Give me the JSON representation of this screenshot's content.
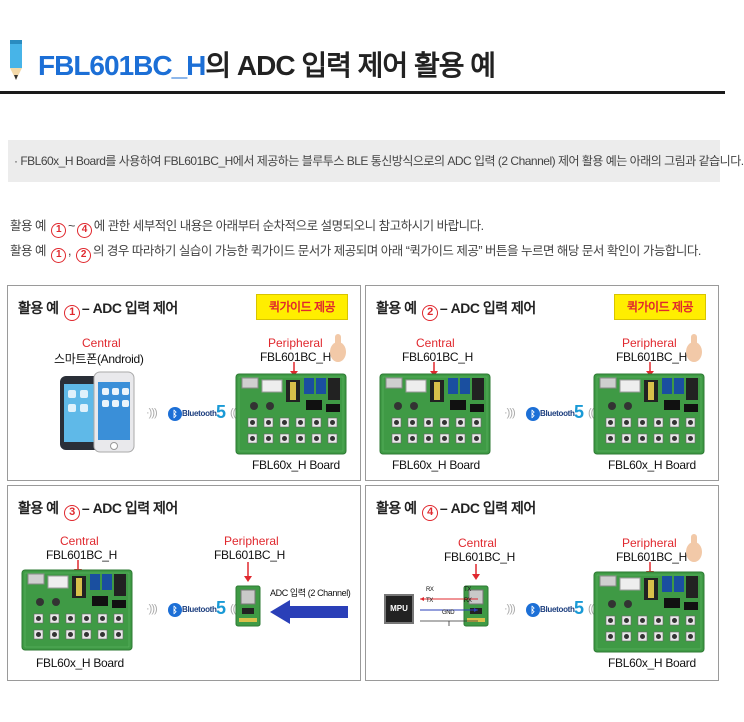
{
  "header": {
    "title_accent": "FBL601BC_H",
    "title_rest": "의 ADC 입력 제어 활용 예"
  },
  "notice": "· FBL60x_H Board를 사용하여 FBL601BC_H에서 제공하는 블루투스 BLE 통신방식으로의 ADC 입력 (2 Channel) 제어 활용 예는 아래의 그림과 같습니다.",
  "intro": {
    "l1_pre": "활용 예",
    "l1_a": "1",
    "l1_tilde": "~",
    "l1_b": "4",
    "l1_post": "에 관한 세부적인 내용은 아래부터 순차적으로 설명되오니 참고하시기 바랍니다.",
    "l2_pre": "활용 예",
    "l2_a": "1",
    "l2_comma": ",",
    "l2_b": "2",
    "l2_post": "의 경우 따라하기 실습이 가능한 퀵가이드 문서가 제공되며 아래 “퀵가이드 제공” 버튼을 누르면 해당 문서 확인이 가능합니다."
  },
  "panels": [
    {
      "pre": "활용 예",
      "num": "1",
      "post": "– ADC 입력 제어",
      "button": "퀵가이드 제공",
      "central_label": "Central",
      "central_device": "스마트폰(Android)",
      "peripheral_label": "Peripheral",
      "peripheral_device": "FBL601BC_H",
      "board_caption": "FBL60x_H Board"
    },
    {
      "pre": "활용 예",
      "num": "2",
      "post": "– ADC 입력 제어",
      "button": "퀵가이드 제공",
      "central_label": "Central",
      "central_device": "FBL601BC_H",
      "peripheral_label": "Peripheral",
      "peripheral_device": "FBL601BC_H",
      "left_caption": "FBL60x_H Board",
      "right_caption": "FBL60x_H Board"
    },
    {
      "pre": "활용 예",
      "num": "3",
      "post": "– ADC 입력 제어",
      "central_label": "Central",
      "central_device": "FBL601BC_H",
      "peripheral_label": "Peripheral",
      "peripheral_device": "FBL601BC_H",
      "adc_label": "ADC 입력 (2 Channel)",
      "left_caption": "FBL60x_H Board"
    },
    {
      "pre": "활용 예",
      "num": "4",
      "post": "– ADC 입력 제어",
      "central_label": "Central",
      "central_device": "FBL601BC_H",
      "peripheral_label": "Peripheral",
      "peripheral_device": "FBL601BC_H",
      "mpu_label": "MPU",
      "sig_rx1": "RX",
      "sig_tx1": "TX",
      "sig_tx2": "TX",
      "sig_rx2": "RX",
      "sig_gnd": "GND",
      "right_caption": "FBL60x_H Board"
    }
  ],
  "bluetooth": {
    "word": "Bluetooth",
    "version": "5",
    "glyph": "ᛒ"
  },
  "colors": {
    "accent_blue": "#1c6fd6",
    "label_red": "#e0282e",
    "button_yellow": "#ffee00",
    "board_green": "#3f9a45"
  }
}
